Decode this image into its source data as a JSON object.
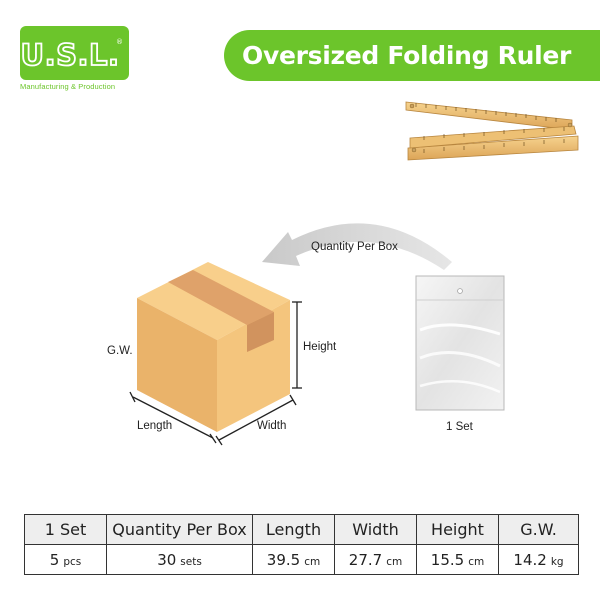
{
  "brand": {
    "logo_text": "U.S.L.",
    "registered": "®",
    "subtitle": "Manufacturing & Production",
    "color": "#6cc52b"
  },
  "title": "Oversized Folding Ruler",
  "diagram": {
    "arrow_label": "Quantity Per Box",
    "box_labels": {
      "gw": "G.W.",
      "height": "Height",
      "length": "Length",
      "width": "Width"
    },
    "bag_label": "1 Set"
  },
  "table": {
    "headers": [
      "1 Set",
      "Quantity Per Box",
      "Length",
      "Width",
      "Height",
      "G.W."
    ],
    "cells": [
      {
        "value": "5",
        "unit": "pcs"
      },
      {
        "value": "30",
        "unit": "sets"
      },
      {
        "value": "39.5",
        "unit": "cm"
      },
      {
        "value": "27.7",
        "unit": "cm"
      },
      {
        "value": "15.5",
        "unit": "cm"
      },
      {
        "value": "14.2",
        "unit": "kg"
      }
    ]
  }
}
